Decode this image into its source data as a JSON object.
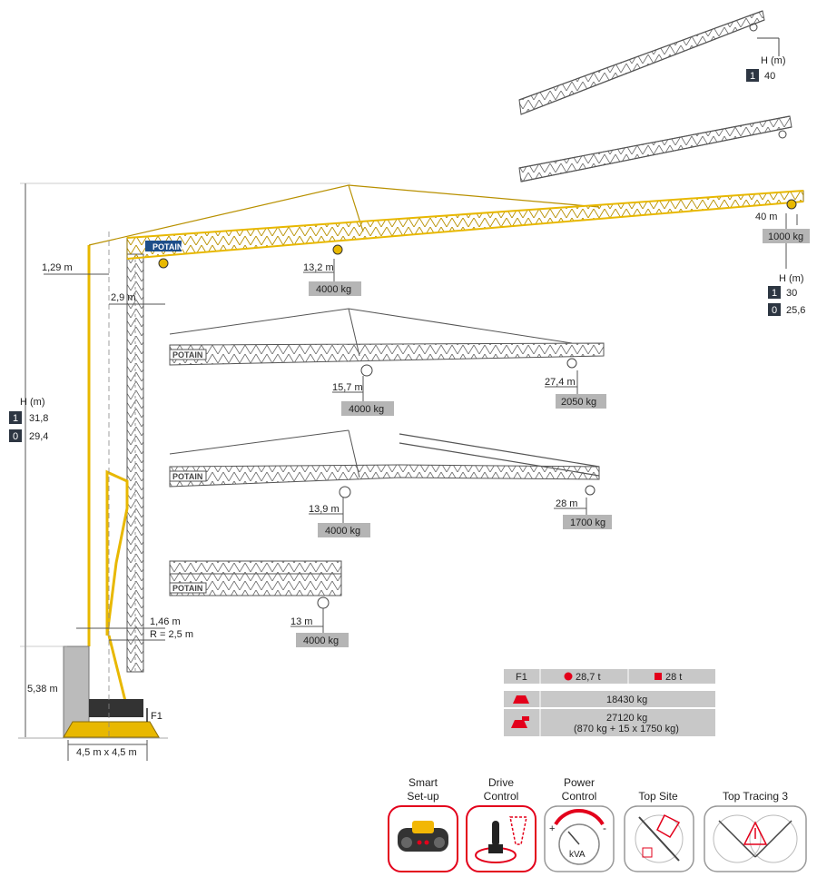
{
  "main_crane": {
    "height_header": "H (m)",
    "heights": [
      {
        "mode": "1",
        "value": "31,8"
      },
      {
        "mode": "0",
        "value": "29,4"
      }
    ],
    "brand": "POTAIN",
    "dims": {
      "mast_offset": "1,29 m",
      "counter_jib": "2,9 m",
      "base_height": "5,38 m",
      "offset_146": "1,46 m",
      "radius": "R = 2,5 m",
      "base_size": "4,5 m x 4,5 m",
      "force": "F1"
    }
  },
  "top_jibs": {
    "height_header": "H (m)",
    "upper_heights": [
      {
        "mode": "1",
        "value": "40"
      }
    ],
    "lower_heights": [
      {
        "mode": "1",
        "value": "30"
      },
      {
        "mode": "0",
        "value": "25,6"
      }
    ]
  },
  "loads": [
    {
      "radius": "13,2 m",
      "load": "4000 kg"
    },
    {
      "radius": "40 m",
      "load": "1000 kg"
    },
    {
      "radius": "15,7 m",
      "load": "4000 kg"
    },
    {
      "radius": "27,4 m",
      "load": "2050 kg"
    },
    {
      "radius": "13,9 m",
      "load": "4000 kg"
    },
    {
      "radius": "28 m",
      "load": "1700 kg"
    },
    {
      "radius": "13 m",
      "load": "4000 kg"
    }
  ],
  "table": {
    "f1_label": "F1",
    "f1_round": "28,7 t",
    "f1_square": "28 t",
    "weight_1": "18430 kg",
    "weight_2": "27120 kg",
    "weight_2_detail": "(870 kg + 15 x 1750 kg)"
  },
  "features": [
    {
      "title_l1": "Smart",
      "title_l2": "Set-up",
      "icon": "remote-control-icon"
    },
    {
      "title_l1": "Drive",
      "title_l2": "Control",
      "icon": "joystick-icon"
    },
    {
      "title_l1": "Power",
      "title_l2": "Control",
      "icon": "power-gauge-icon",
      "gauge": "kVA"
    },
    {
      "title_l1": "",
      "title_l2": "Top Site",
      "icon": "top-site-icon"
    },
    {
      "title_l1": "",
      "title_l2": "Top Tracing 3",
      "icon": "top-tracing-icon"
    }
  ],
  "colors": {
    "crane_yellow": "#e8b800",
    "accent_red": "#e3001b",
    "label_box": "#b5b5b5",
    "dark_box": "#2d3642"
  }
}
